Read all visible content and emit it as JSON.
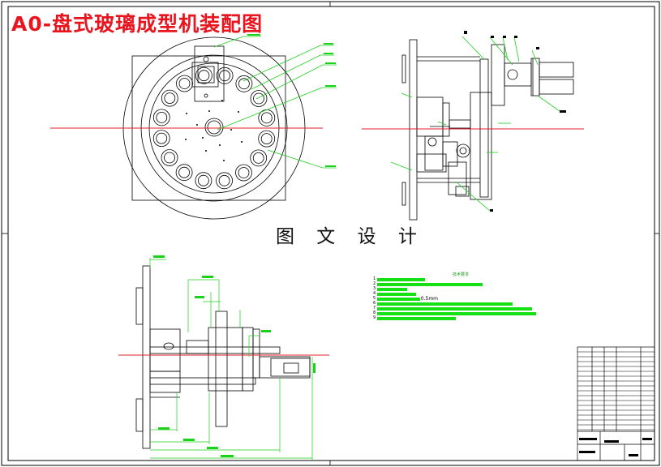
{
  "drawing": {
    "title": "A0-盘式玻璃成型机装配图",
    "watermark": "图 文 设 计"
  },
  "tech_notes": {
    "title": "技术要求",
    "rows": [
      {
        "num": "1",
        "fill": 0.27,
        "text": ""
      },
      {
        "num": "2",
        "fill": 0.59,
        "text": ""
      },
      {
        "num": "3",
        "fill": 0.17,
        "text": ""
      },
      {
        "num": "4",
        "fill": 0.22,
        "text": ""
      },
      {
        "num": "5",
        "fill": 0.24,
        "text": "0.5mm"
      },
      {
        "num": "6",
        "fill": 0.76,
        "text": ""
      },
      {
        "num": "7",
        "fill": 0.87,
        "text": ""
      },
      {
        "num": "8",
        "fill": 0.89,
        "text": ""
      },
      {
        "num": "9",
        "fill": 0.44,
        "text": ""
      }
    ]
  },
  "colors": {
    "centerline": "#e0202a",
    "dimension": "#1bd11b",
    "drawing": "#000000",
    "title": "#e8141e"
  }
}
